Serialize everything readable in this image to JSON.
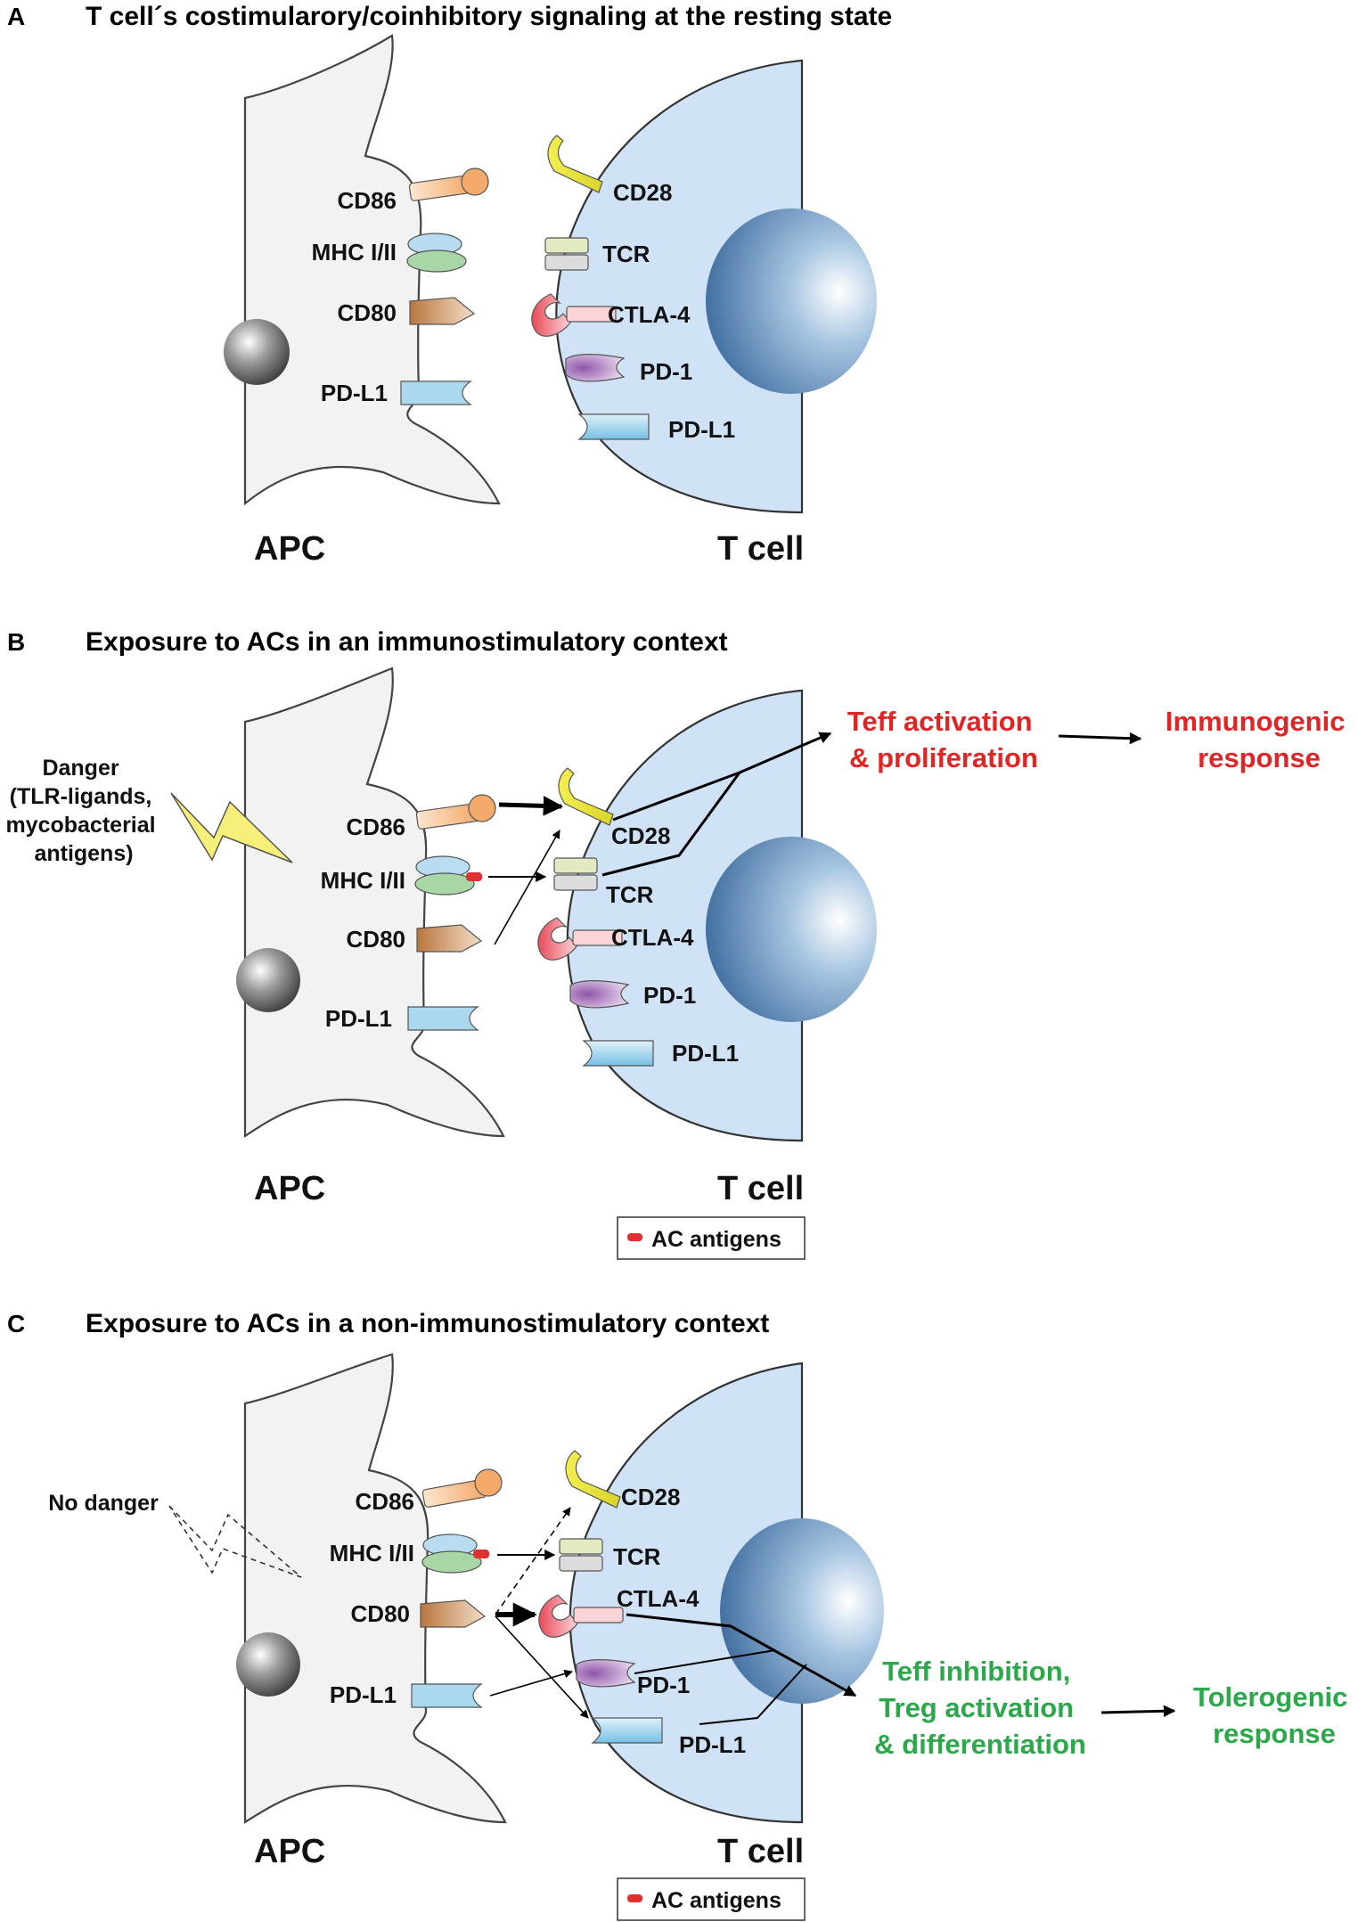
{
  "panels": [
    {
      "letter": "A",
      "title": "T cell´s costimularory/coinhibitory signaling at the resting state",
      "apc_label": "APC",
      "tcell_label": "T cell",
      "apc_molecules": [
        "CD86",
        "MHC I/II",
        "CD80",
        "PD-L1"
      ],
      "tcell_molecules": [
        "CD28",
        "TCR",
        "CTLA-4",
        "PD-1",
        "PD-L1"
      ]
    },
    {
      "letter": "B",
      "title": "Exposure to ACs in an immunostimulatory context",
      "apc_label": "APC",
      "tcell_label": "T cell",
      "apc_molecules": [
        "CD86",
        "MHC I/II",
        "CD80",
        "PD-L1"
      ],
      "tcell_molecules": [
        "CD28",
        "TCR",
        "CTLA-4",
        "PD-1",
        "PD-L1"
      ],
      "signal_lines": [
        "Danger",
        "(TLR-ligands,",
        "mycobacterial",
        "antigens)"
      ],
      "outcome_lines": [
        "Teff activation",
        "& proliferation"
      ],
      "response_lines": [
        "Immunogenic",
        "response"
      ],
      "legend": "AC antigens"
    },
    {
      "letter": "C",
      "title": "Exposure to ACs in a non-immunostimulatory context",
      "apc_label": "APC",
      "tcell_label": "T cell",
      "apc_molecules": [
        "CD86",
        "MHC I/II",
        "CD80",
        "PD-L1"
      ],
      "tcell_molecules": [
        "CD28",
        "TCR",
        "CTLA-4",
        "PD-1",
        "PD-L1"
      ],
      "signal_lines": [
        "No danger"
      ],
      "outcome_lines": [
        "Teff inhibition,",
        "Treg activation",
        "& differentiation"
      ],
      "response_lines": [
        "Tolerogenic",
        "response"
      ],
      "legend": "AC antigens"
    }
  ],
  "colors": {
    "apc_fill": "#f2f2f2",
    "tcell_fill": "#cfe2f6",
    "cd86": "#f7c49a",
    "mhc_top": "#b9dcf1",
    "mhc_bottom": "#a9d6a6",
    "cd80": "#c98f5b",
    "pdl1": "#a9d8ef",
    "cd28": "#e8e43a",
    "tcr_top": "#e1eac1",
    "tcr_bottom": "#dcdcdc",
    "ctla4": "#ee6e78",
    "pd1": "#b98cc9",
    "antigen": "#e03030",
    "immunogenic": "#e02525",
    "tolerogenic": "#2aa84a",
    "danger_bolt": "#f6f07a"
  },
  "icons": [
    "lightning-bolt-icon",
    "dashed-lightning-icon"
  ]
}
